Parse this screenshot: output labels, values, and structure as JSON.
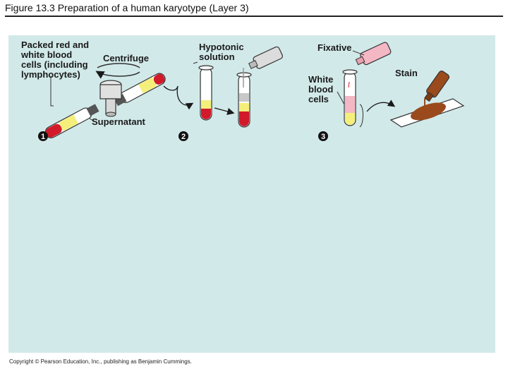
{
  "title": "Figure 13.3  Preparation of a human karyotype (Layer 3)",
  "labels": {
    "packed_cells": [
      "Packed red and",
      "white blood",
      "cells (including",
      "lymphocytes)"
    ],
    "centrifuge": "Centrifuge",
    "supernatant": "Supernatant",
    "hypotonic": [
      "Hypotonic",
      "solution"
    ],
    "fixative": "Fixative",
    "white_cells": [
      "White",
      "blood",
      "cells"
    ],
    "stain": "Stain"
  },
  "steps": [
    "1",
    "2",
    "3"
  ],
  "colors": {
    "panel": "#d2e9e9",
    "red_cells": "#d11a2a",
    "white_cells": "#f4ef7a",
    "fixative_pink": "#f4b7c4",
    "stain_brown": "#9a4a1c"
  },
  "copyright": "Copyright © Pearson Education, Inc., publishing as Benjamin Cummings."
}
